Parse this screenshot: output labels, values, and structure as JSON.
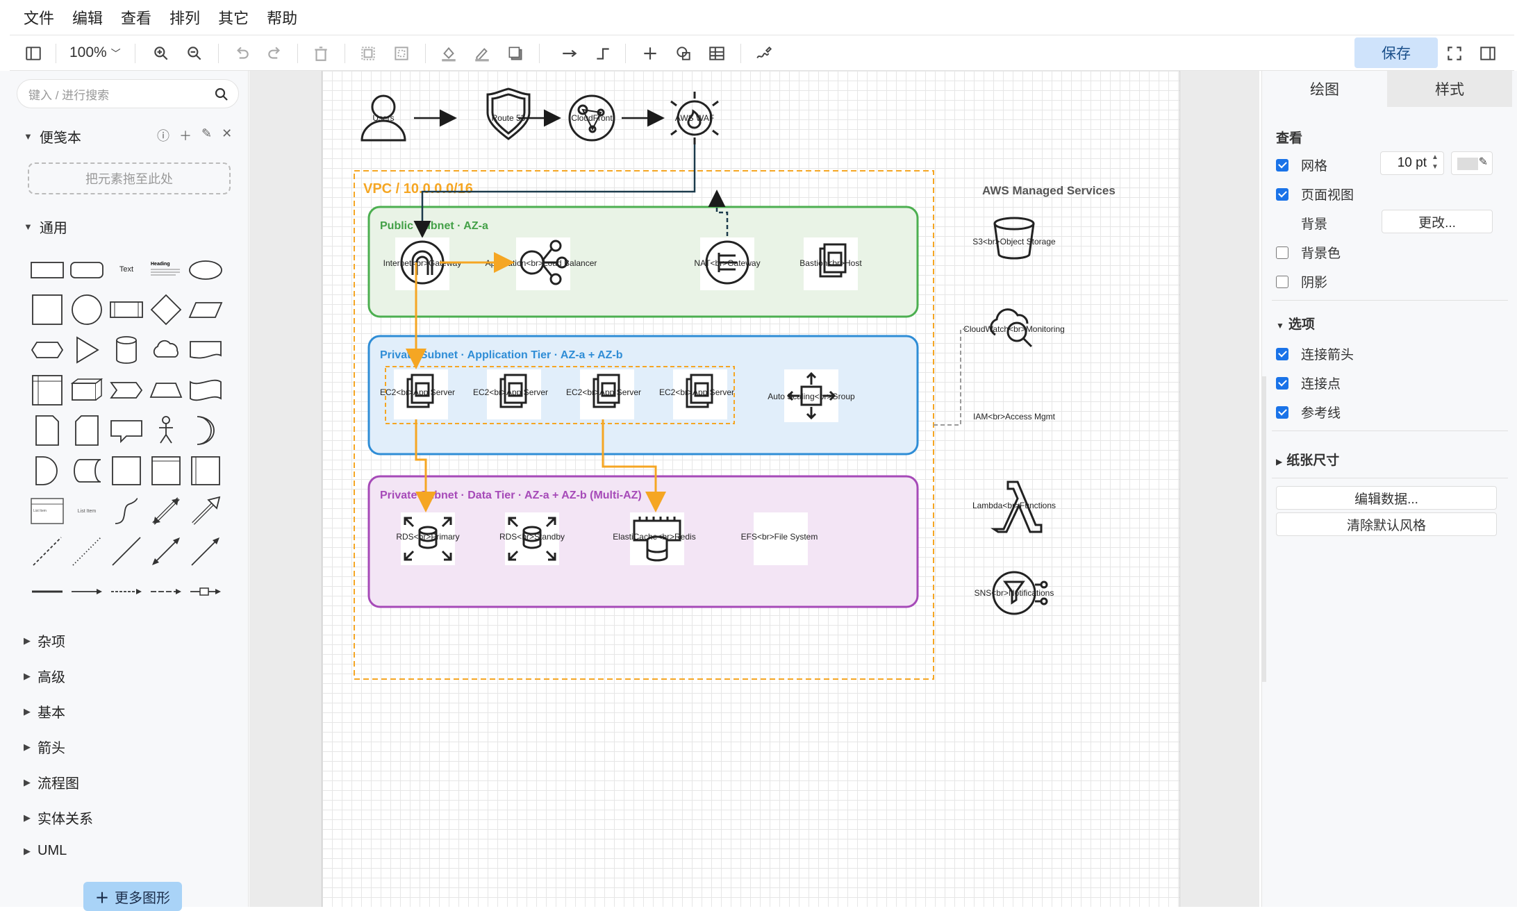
{
  "menu": [
    "文件",
    "编辑",
    "查看",
    "排列",
    "其它",
    "帮助"
  ],
  "toolbar": {
    "zoom": "100%",
    "save_label": "保存"
  },
  "sidebar": {
    "search_placeholder": "键入 / 进行搜索",
    "scratchpad_title": "便笺本",
    "drop_hint": "把元素拖至此处",
    "general_title": "通用",
    "sections": [
      "杂项",
      "高级",
      "基本",
      "箭头",
      "流程图",
      "实体关系",
      "UML"
    ],
    "more_shapes": "更多图形",
    "shape_text": "Text",
    "shape_heading": "Heading",
    "shape_list": "List Item"
  },
  "diagram": {
    "edge": [
      "Users",
      "Route 53",
      "CloudFront",
      "AWS WAF"
    ],
    "vpc_label": "VPC / 10.0.0.0/16",
    "public_subnet": "Public Subnet · AZ-a",
    "app_subnet": "Private Subnet · Application Tier · AZ-a + AZ-b",
    "data_subnet": "Private Subnet · Data Tier · AZ-a + AZ-b (Multi-AZ)",
    "public_nodes": [
      "Internet<br>Gateway",
      "Application<br>Load Balancer",
      "NAT<br>Gateway",
      "Bastion<br>Host"
    ],
    "app_nodes": [
      "EC2<br>App Server",
      "EC2<br>App Server",
      "EC2<br>App Server",
      "EC2<br>App Server",
      "Auto Scaling<br>Group"
    ],
    "data_nodes": [
      "RDS<br>Primary",
      "RDS<br>Standby",
      "ElastiCache<br>Redis",
      "EFS<br>File System"
    ],
    "managed_title": "AWS Managed Services",
    "managed_nodes": [
      "S3<br>Object Storage",
      "CloudWatch<br>Monitoring",
      "IAM<br>Access Mgmt",
      "Lambda<br>Functions",
      "SNS<br>Notifications"
    ],
    "colors": {
      "vpc": "#f5a623",
      "public": "#4caf50",
      "app": "#2f8dd6",
      "data": "#a64ab8",
      "flow": "#f5a623"
    }
  },
  "format_panel": {
    "tabs": [
      "绘图",
      "样式"
    ],
    "view_title": "查看",
    "grid_label": "网格",
    "grid_size": "10 pt",
    "page_view_label": "页面视图",
    "background_label": "背景",
    "change_button": "更改...",
    "bg_color_label": "背景色",
    "shadow_label": "阴影",
    "options_title": "选项",
    "connection_arrows": "连接箭头",
    "connection_points": "连接点",
    "guides": "参考线",
    "paper_size": "纸张尺寸",
    "edit_data": "编辑数据...",
    "clear_style": "清除默认风格"
  }
}
